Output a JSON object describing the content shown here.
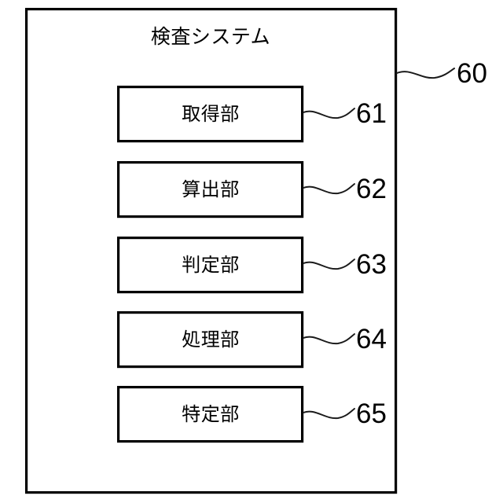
{
  "figure": {
    "type": "patent-block-diagram",
    "background_color": "#ffffff",
    "line_color": "#000000",
    "outer_frame": {
      "title": "検査システム",
      "reference_numeral": "60"
    },
    "units": [
      {
        "label": "取得部",
        "reference_numeral": "61"
      },
      {
        "label": "算出部",
        "reference_numeral": "62"
      },
      {
        "label": "判定部",
        "reference_numeral": "63"
      },
      {
        "label": "処理部",
        "reference_numeral": "64"
      },
      {
        "label": "特定部",
        "reference_numeral": "65"
      }
    ]
  }
}
